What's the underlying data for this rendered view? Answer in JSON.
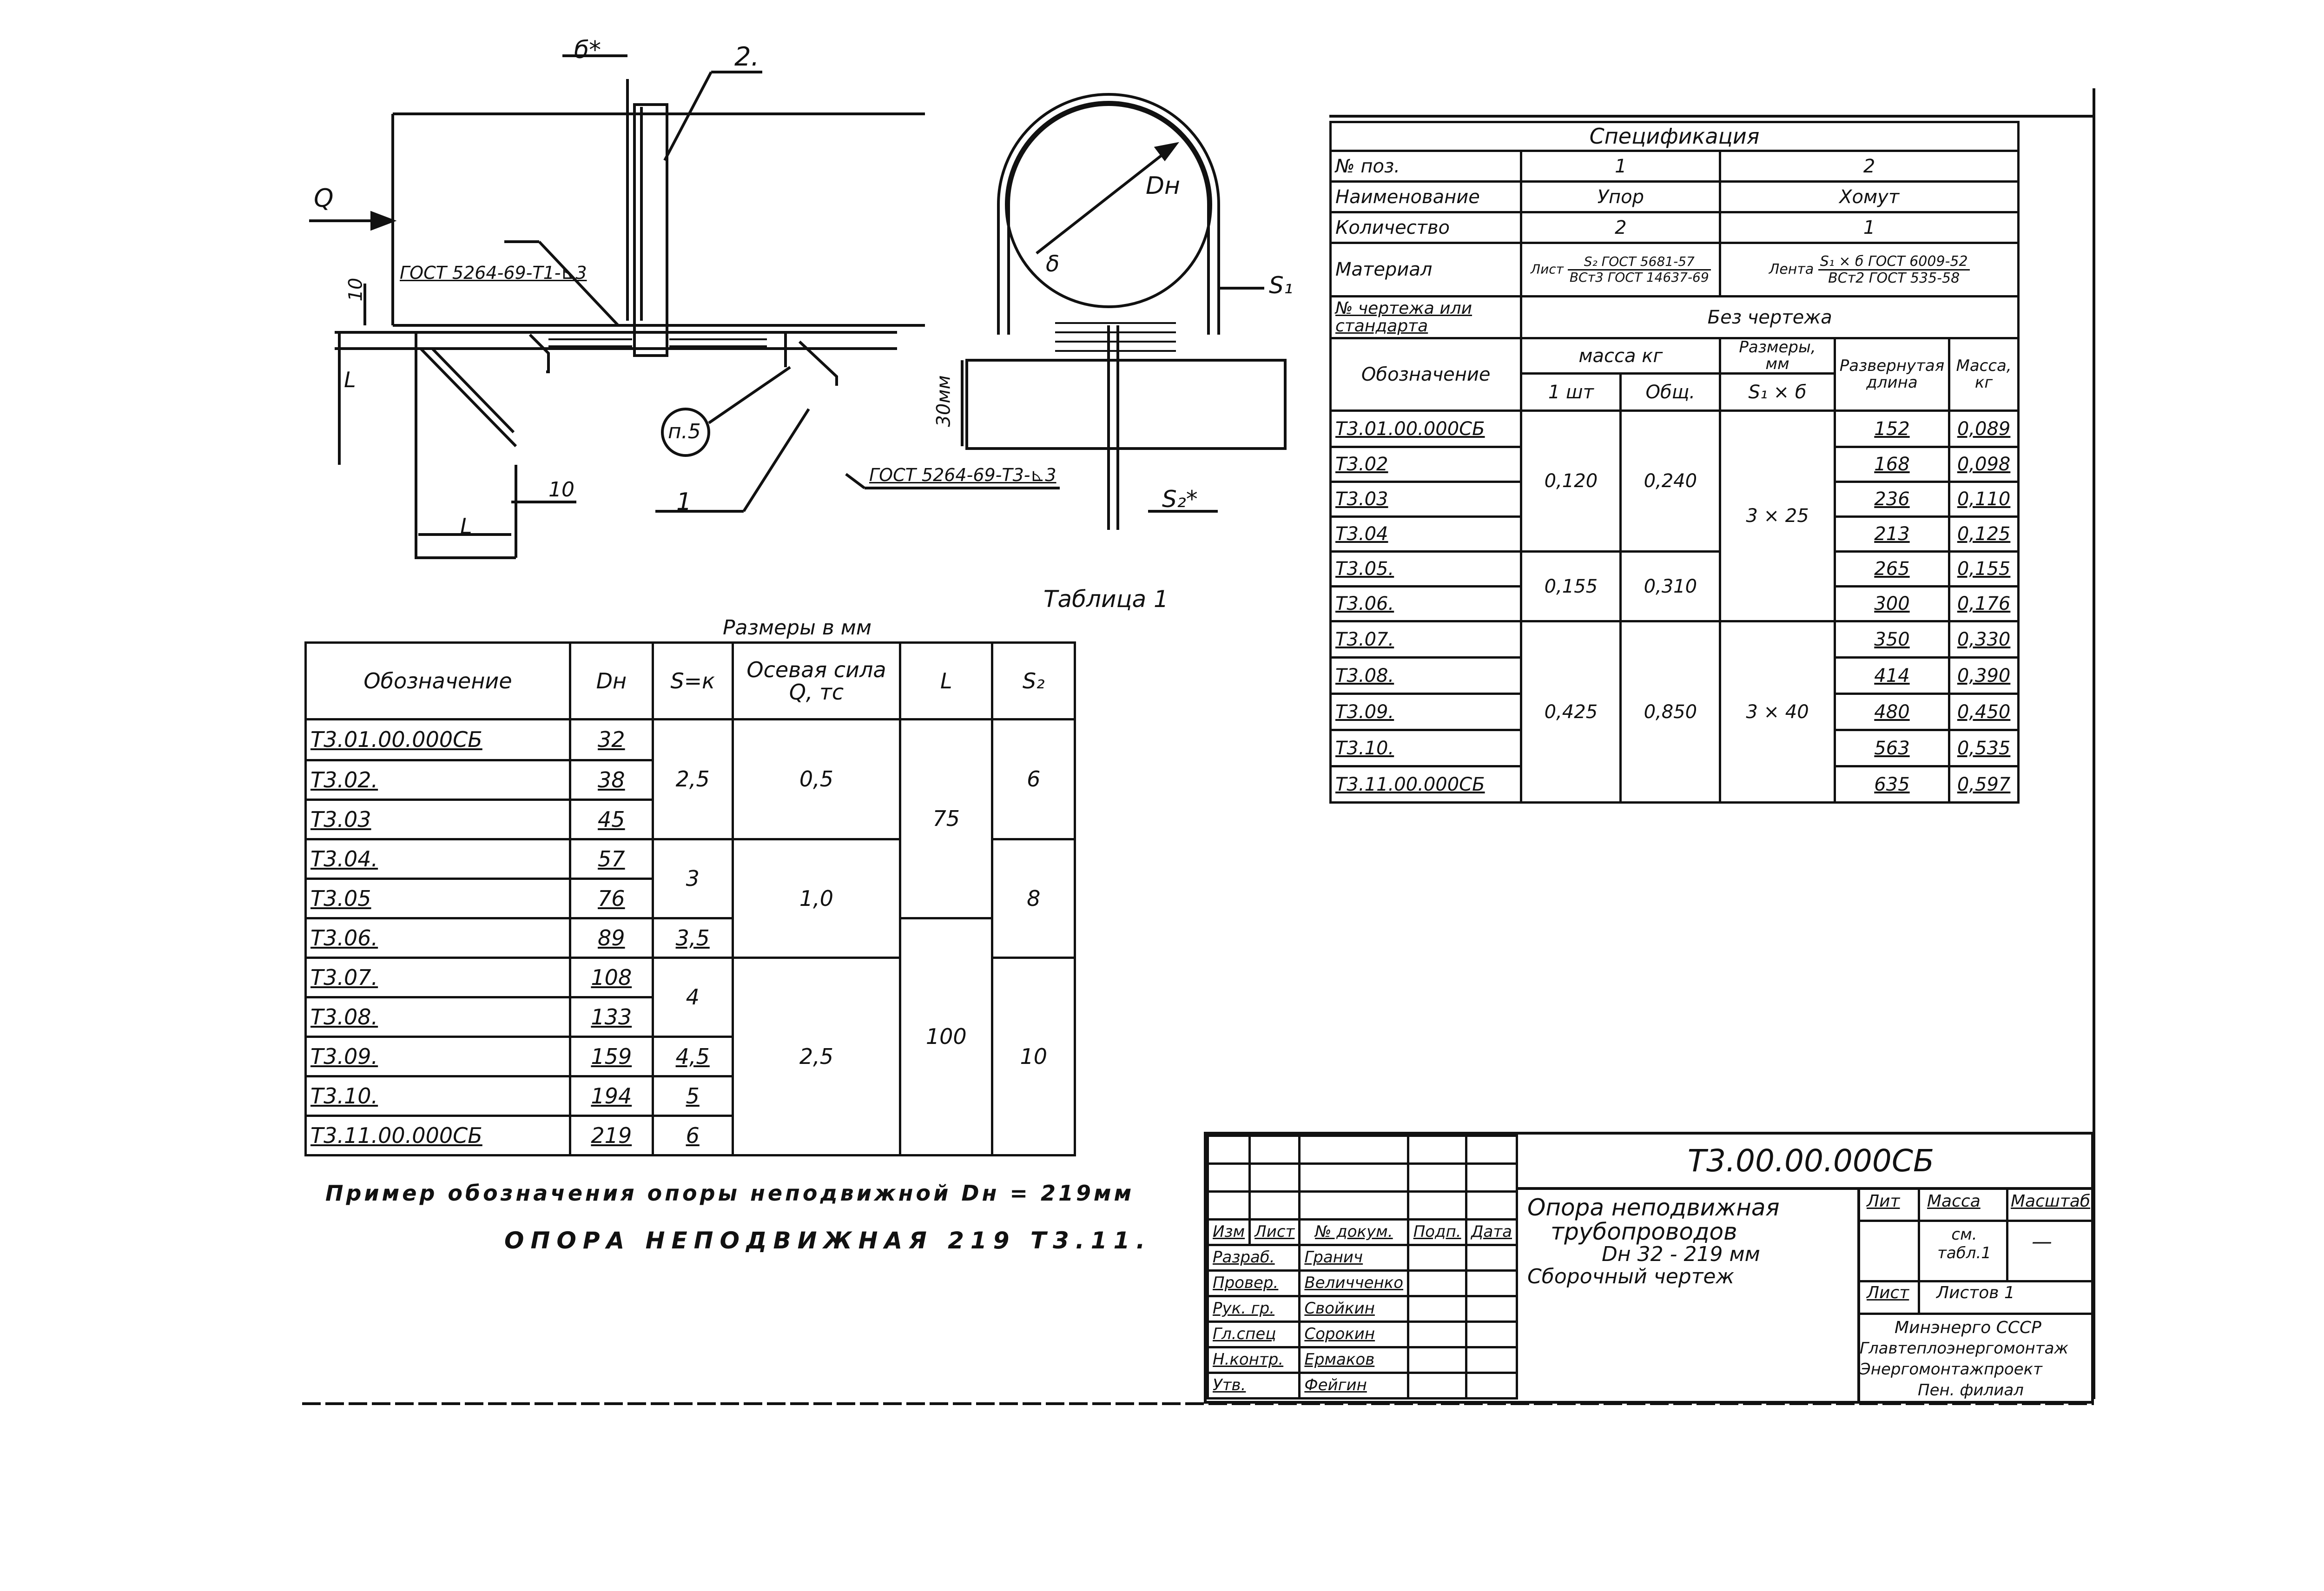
{
  "drawing": {
    "labels": {
      "b_star": "б*",
      "pos2": "2.",
      "q": "Q",
      "dim10_top": "10",
      "gost_weld_1": "ГОСТ 5264-69-Т1-⊾3",
      "dim_l_vert": "L",
      "pos_p5": "п.5",
      "dim10_bottom": "10",
      "dim_l_bottom": "L",
      "pos1": "1",
      "dn": "Dн",
      "delta": "δ",
      "s1": "S₁",
      "dim30": "30мм",
      "gost_weld_2": "ГОСТ 5264-69-Т3-⊾3",
      "s2_star": "S₂*",
      "table1_label": "Таблица 1"
    }
  },
  "table1": {
    "units": "Размеры в мм",
    "headers": {
      "designation": "Обозначение",
      "dn": "Dн",
      "sk": "S=к",
      "force": "Осевая сила Q, тс",
      "l": "L",
      "s2": "S₂"
    },
    "rows": [
      {
        "code": "Т3.01.00.000СБ",
        "dn": "32"
      },
      {
        "code": "Т3.02.",
        "dn": "38"
      },
      {
        "code": "Т3.03",
        "dn": "45"
      },
      {
        "code": "Т3.04.",
        "dn": "57"
      },
      {
        "code": "Т3.05",
        "dn": "76"
      },
      {
        "code": "Т3.06.",
        "dn": "89"
      },
      {
        "code": "Т3.07.",
        "dn": "108"
      },
      {
        "code": "Т3.08.",
        "dn": "133"
      },
      {
        "code": "Т3.09.",
        "dn": "159"
      },
      {
        "code": "Т3.10.",
        "dn": "194"
      },
      {
        "code": "Т3.11.00.000СБ",
        "dn": "219"
      }
    ],
    "sk": [
      "2,5",
      "3",
      "3,5",
      "4",
      "4,5",
      "5",
      "6"
    ],
    "force": [
      "0,5",
      "1,0",
      "2,5"
    ],
    "l": [
      "75",
      "100"
    ],
    "s2": [
      "6",
      "8",
      "10"
    ]
  },
  "example": {
    "line1": "Пример обозначения опоры неподвижной Dн = 219мм",
    "line2": "ОПОРА НЕПОДВИЖНАЯ 219 Т3.11."
  },
  "spec": {
    "title": "Спецификация",
    "rows": {
      "pos_label": "№ поз.",
      "pos1": "1",
      "pos2": "2",
      "name_label": "Наименование",
      "name1": "Упор",
      "name2": "Хомут",
      "qty_label": "Количество",
      "qty1": "2",
      "qty2": "1",
      "material_label": "Материал",
      "mat1_prefix": "Лист",
      "mat1_num": "S₂ ГОСТ 5681-57",
      "mat1_den": "ВСт3 ГОСТ 14637-69",
      "mat2_prefix": "Лента",
      "mat2_num": "S₁ × б ГОСТ 6009-52",
      "mat2_den": "ВСт2 ГОСТ 535-58",
      "drawing_label": "№ чертежа или стандарта",
      "drawing_value": "Без чертежа"
    },
    "headers": {
      "designation": "Обозначение",
      "mass": "масса кг",
      "per_unit": "1 шт",
      "total": "Общ.",
      "sizes": "Размеры, мм",
      "sizes_sub": "S₁ × б",
      "dev_len": "Развернутая длина",
      "mass2": "Масса, кг"
    },
    "codes": [
      "Т3.01.00.000СБ",
      "Т3.02",
      "Т3.03",
      "Т3.04",
      "Т3.05.",
      "Т3.06.",
      "Т3.07.",
      "Т3.08.",
      "Т3.09.",
      "Т3.10.",
      "Т3.11.00.000СБ"
    ],
    "mass_unit": [
      "0,120",
      "0,155",
      "0,425"
    ],
    "mass_total": [
      "0,240",
      "0,310",
      "0,850"
    ],
    "sizes": [
      "3 × 25",
      "3 × 40"
    ],
    "dev_len": [
      "152",
      "168",
      "236",
      "213",
      "265",
      "300",
      "350",
      "414",
      "480",
      "563",
      "635"
    ],
    "mass2": [
      "0,089",
      "0,098",
      "0,110",
      "0,125",
      "0,155",
      "0,176",
      "0,330",
      "0,390",
      "0,450",
      "0,535",
      "0,597"
    ]
  },
  "title_block": {
    "doc_code": "Т3.00.00.000СБ",
    "name_line1": "Опора неподвижная",
    "name_line2": "трубопроводов",
    "name_line3": "Dн 32 - 219 мм",
    "name_line4": "Сборочный чертеж",
    "lit": "Лит",
    "mass": "Масса",
    "scale": "Масштаб",
    "mass_value": "см. табл.1",
    "scale_value": "—",
    "sheet": "Лист",
    "sheets": "Листов 1",
    "org1": "Минэнерго СССР",
    "org2": "Главтеплоэнергомонтаж",
    "org3": "Энергомонтажпроект",
    "org4": "Пен. филиал",
    "head": {
      "izm": "Изм",
      "list": "Лист",
      "doc": "№ докум.",
      "sign": "Подп.",
      "date": "Дата"
    },
    "roles": [
      {
        "role": "Разраб.",
        "name": "Гранич"
      },
      {
        "role": "Провер.",
        "name": "Величченко"
      },
      {
        "role": "Рук. гр.",
        "name": "Свойкин"
      },
      {
        "role": "Гл.спец",
        "name": "Сорокин"
      },
      {
        "role": "Н.контр.",
        "name": "Ермаков"
      },
      {
        "role": "Утв.",
        "name": "Фейгин"
      }
    ]
  }
}
